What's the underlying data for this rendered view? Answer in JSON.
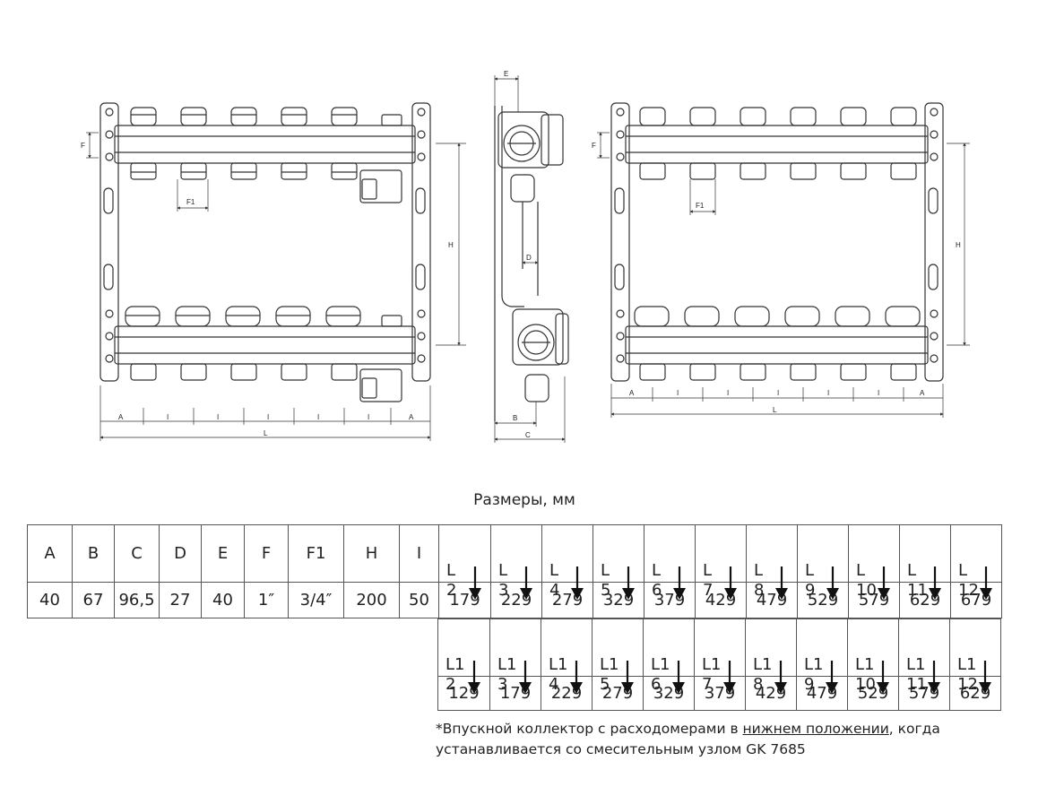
{
  "drawing_labels": {
    "front_left": {
      "A": "A",
      "I": "I",
      "L": "L",
      "F": "F",
      "F1": "F1",
      "H": "H"
    },
    "side": {
      "E": "E",
      "D": "D",
      "B": "B",
      "C": "C"
    },
    "front_right": {
      "A": "A",
      "I": "I",
      "L": "L",
      "F": "F",
      "F1": "F1",
      "H": "H"
    }
  },
  "table_title": "Размеры, мм",
  "table_main": {
    "headers": [
      "A",
      "B",
      "C",
      "D",
      "E",
      "F",
      "F1",
      "H",
      "I"
    ],
    "values": [
      "40",
      "67",
      "96,5",
      "27",
      "40",
      "1″",
      "3/4″",
      "200",
      "50"
    ],
    "l_headers": [
      {
        "top": "L",
        "bottom": "2"
      },
      {
        "top": "L",
        "bottom": "3"
      },
      {
        "top": "L",
        "bottom": "4"
      },
      {
        "top": "L",
        "bottom": "5"
      },
      {
        "top": "L",
        "bottom": "6"
      },
      {
        "top": "L",
        "bottom": "7"
      },
      {
        "top": "L",
        "bottom": "8"
      },
      {
        "top": "L",
        "bottom": "9"
      },
      {
        "top": "L",
        "bottom": "10"
      },
      {
        "top": "L",
        "bottom": "11"
      },
      {
        "top": "L",
        "bottom": "12"
      }
    ],
    "l_values": [
      "179",
      "229",
      "279",
      "329",
      "379",
      "429",
      "479",
      "529",
      "579",
      "629",
      "679"
    ]
  },
  "table_l1": {
    "headers": [
      {
        "top": "L1",
        "bottom": "2"
      },
      {
        "top": "L1",
        "bottom": "3"
      },
      {
        "top": "L1",
        "bottom": "4"
      },
      {
        "top": "L1",
        "bottom": "5"
      },
      {
        "top": "L1",
        "bottom": "6"
      },
      {
        "top": "L1",
        "bottom": "7"
      },
      {
        "top": "L1",
        "bottom": "8"
      },
      {
        "top": "L1",
        "bottom": "9"
      },
      {
        "top": "L1",
        "bottom": "10"
      },
      {
        "top": "L1",
        "bottom": "11"
      },
      {
        "top": "L1",
        "bottom": "12"
      }
    ],
    "values": [
      "129",
      "179",
      "229",
      "279",
      "329",
      "379",
      "429",
      "479",
      "529",
      "579",
      "629"
    ]
  },
  "footnote": {
    "part1": "*Впускной коллектор с расходомерами в ",
    "underlined": "нижнем положении",
    "part2": ", когда устанавливается со смесительным узлом GK 7685"
  }
}
